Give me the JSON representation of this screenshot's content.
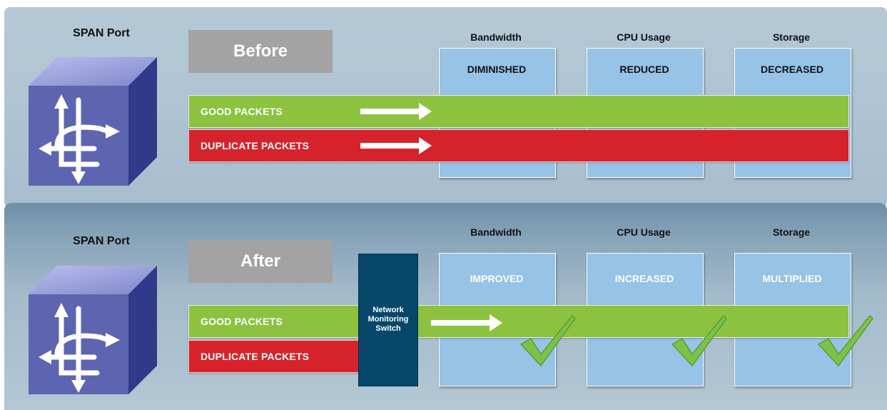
{
  "before": {
    "span_port_label": "SPAN Port",
    "stage_label": "Before",
    "columns": [
      {
        "heading": "Bandwidth",
        "status": "DIMINISHED"
      },
      {
        "heading": "CPU Usage",
        "status": "REDUCED"
      },
      {
        "heading": "Storage",
        "status": "DECREASED"
      }
    ],
    "good_packets_label": "GOOD PACKETS",
    "duplicate_packets_label": "DUPLICATE PACKETS"
  },
  "after": {
    "span_port_label": "SPAN Port",
    "stage_label": "After",
    "columns": [
      {
        "heading": "Bandwidth",
        "status": "IMPROVED"
      },
      {
        "heading": "CPU Usage",
        "status": "INCREASED"
      },
      {
        "heading": "Storage",
        "status": "MULTIPLIED"
      }
    ],
    "good_packets_label": "GOOD PACKETS",
    "duplicate_packets_label": "DUPLICATE PACKETS",
    "switch_label_lines": [
      "Network",
      "Monitoring",
      "Switch"
    ]
  },
  "colors": {
    "good": "#8cc23f",
    "duplicate": "#d6232b",
    "switch": "#06476a",
    "column": "#96c3e6",
    "stage_box": "#a3a3a3",
    "check": "#7cc24a"
  }
}
